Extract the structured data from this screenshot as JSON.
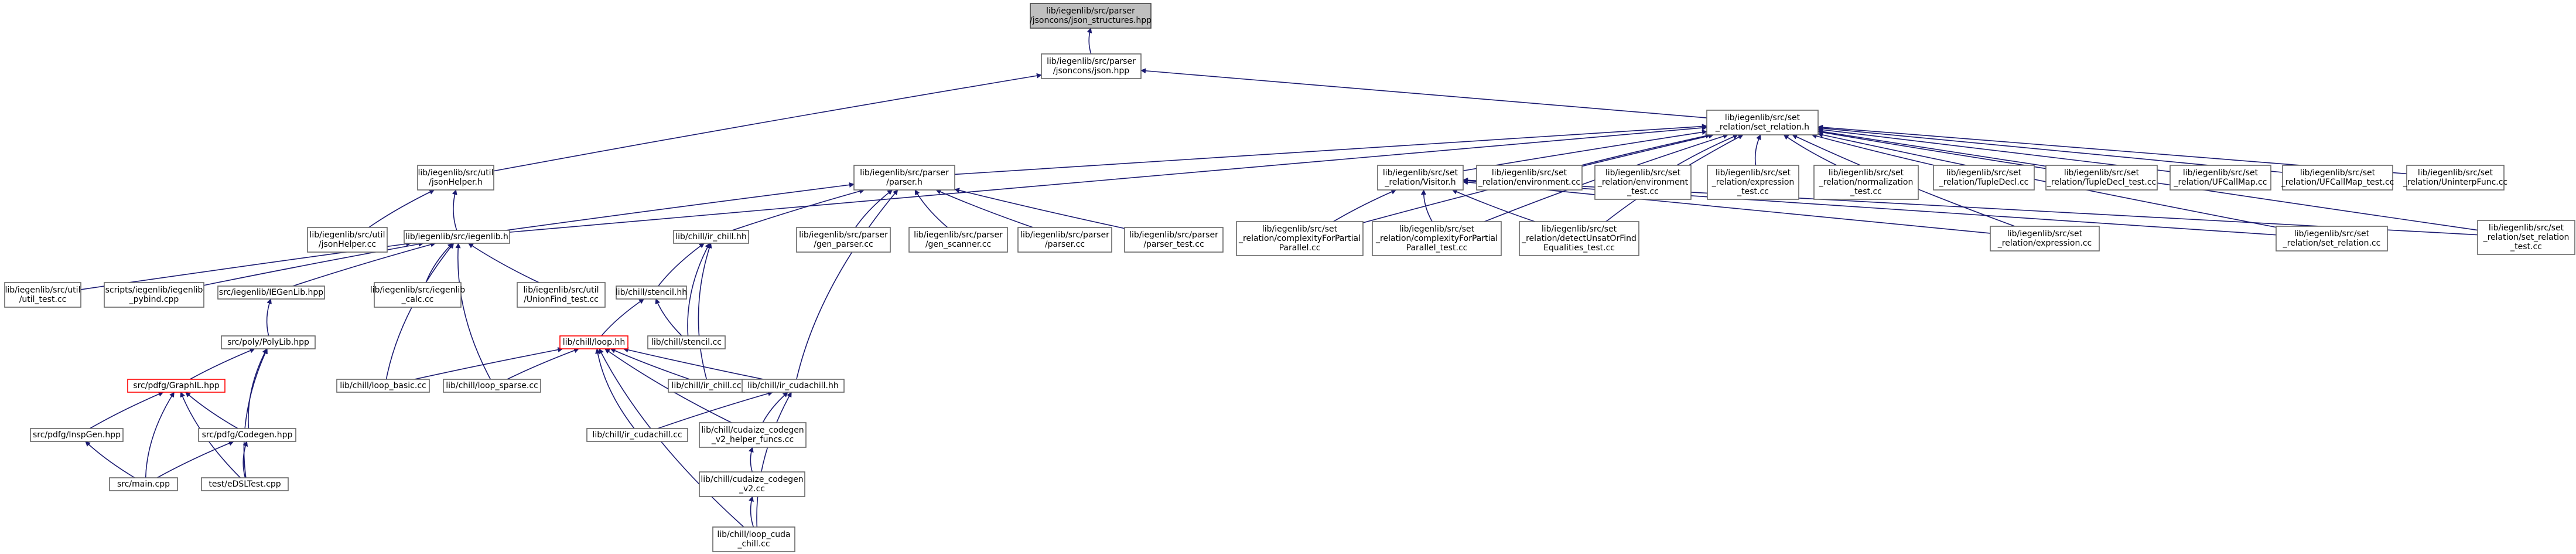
{
  "nodes": [
    {
      "id": "root",
      "lines": [
        "lib/iegenlib/src/parser",
        "/jsoncons/json_structures.hpp"
      ],
      "style": "root"
    },
    {
      "id": "json",
      "lines": [
        "lib/iegenlib/src/parser",
        "/jsoncons/json.hpp"
      ]
    },
    {
      "id": "setrel",
      "lines": [
        "lib/iegenlib/src/set",
        "_relation/set_relation.h"
      ]
    },
    {
      "id": "jsonhelper",
      "lines": [
        "lib/iegenlib/src/util",
        "/jsonHelper.h"
      ]
    },
    {
      "id": "parserh",
      "lines": [
        "lib/iegenlib/src/parser",
        "/parser.h"
      ]
    },
    {
      "id": "visitor",
      "lines": [
        "lib/iegenlib/src/set",
        "_relation/Visitor.h"
      ]
    },
    {
      "id": "envcc",
      "lines": [
        "lib/iegenlib/src/set",
        "_relation/environment.cc"
      ]
    },
    {
      "id": "envtest",
      "lines": [
        "lib/iegenlib/src/set",
        "_relation/environment",
        "_test.cc"
      ]
    },
    {
      "id": "exprtest",
      "lines": [
        "lib/iegenlib/src/set",
        "_relation/expression",
        "_test.cc"
      ]
    },
    {
      "id": "normtest",
      "lines": [
        "lib/iegenlib/src/set",
        "_relation/normalization",
        "_test.cc"
      ]
    },
    {
      "id": "tupledecl",
      "lines": [
        "lib/iegenlib/src/set",
        "_relation/TupleDecl.cc"
      ]
    },
    {
      "id": "tupledecltest",
      "lines": [
        "lib/iegenlib/src/set",
        "_relation/TupleDecl_test.cc"
      ]
    },
    {
      "id": "ufcallmap",
      "lines": [
        "lib/iegenlib/src/set",
        "_relation/UFCallMap.cc"
      ]
    },
    {
      "id": "ufcallmaptest",
      "lines": [
        "lib/iegenlib/src/set",
        "_relation/UFCallMap_test.cc"
      ]
    },
    {
      "id": "uninterp",
      "lines": [
        "lib/iegenlib/src/set",
        "_relation/UninterpFunc.cc"
      ]
    },
    {
      "id": "jsonhelpercc",
      "lines": [
        "lib/iegenlib/src/util",
        "/jsonHelper.cc"
      ]
    },
    {
      "id": "iegenlibh",
      "lines": [
        "lib/iegenlib/src/iegenlib.h"
      ]
    },
    {
      "id": "chillhh",
      "lines": [
        "lib/chill/ir_chill.hh"
      ]
    },
    {
      "id": "genparser",
      "lines": [
        "lib/iegenlib/src/parser",
        "/gen_parser.cc"
      ]
    },
    {
      "id": "genscanner",
      "lines": [
        "lib/iegenlib/src/parser",
        "/gen_scanner.cc"
      ]
    },
    {
      "id": "parsercc",
      "lines": [
        "lib/iegenlib/src/parser",
        "/parser.cc"
      ]
    },
    {
      "id": "parsertest",
      "lines": [
        "lib/iegenlib/src/parser",
        "/parser_test.cc"
      ]
    },
    {
      "id": "complexity",
      "lines": [
        "lib/iegenlib/src/set",
        "_relation/complexityForPartial",
        "Parallel.cc"
      ]
    },
    {
      "id": "complexitytest",
      "lines": [
        "lib/iegenlib/src/set",
        "_relation/complexityForPartial",
        "Parallel_test.cc"
      ]
    },
    {
      "id": "detect",
      "lines": [
        "lib/iegenlib/src/set",
        "_relation/detectUnsatOrFind",
        "Equalities_test.cc"
      ]
    },
    {
      "id": "expressioncc",
      "lines": [
        "lib/iegenlib/src/set",
        "_relation/expression.cc"
      ]
    },
    {
      "id": "setrelcc",
      "lines": [
        "lib/iegenlib/src/set",
        "_relation/set_relation.cc"
      ]
    },
    {
      "id": "setreltest",
      "lines": [
        "lib/iegenlib/src/set",
        "_relation/set_relation",
        "_test.cc"
      ]
    },
    {
      "id": "utiltest",
      "lines": [
        "lib/iegenlib/src/util",
        "/util_test.cc"
      ]
    },
    {
      "id": "pybind",
      "lines": [
        "scripts/iegenlib/iegenlib",
        "_pybind.cpp"
      ]
    },
    {
      "id": "iegenlibhpp",
      "lines": [
        "src/iegenlib/IEGenLib.hpp"
      ]
    },
    {
      "id": "calc",
      "lines": [
        "lib/iegenlib/src/iegenlib",
        "_calc.cc"
      ]
    },
    {
      "id": "unionfind",
      "lines": [
        "lib/iegenlib/src/util",
        "/UnionFind_test.cc"
      ]
    },
    {
      "id": "stencilhh",
      "lines": [
        "lib/chill/stencil.hh"
      ]
    },
    {
      "id": "polylib",
      "lines": [
        "src/poly/PolyLib.hpp"
      ]
    },
    {
      "id": "loophh",
      "lines": [
        "lib/chill/loop.hh"
      ],
      "style": "red"
    },
    {
      "id": "stencilcc",
      "lines": [
        "lib/chill/stencil.cc"
      ]
    },
    {
      "id": "graphhpp",
      "lines": [
        "src/pdfg/GraphIL.hpp"
      ],
      "style": "red"
    },
    {
      "id": "loopbasic",
      "lines": [
        "lib/chill/loop_basic.cc"
      ]
    },
    {
      "id": "loopsparse",
      "lines": [
        "lib/chill/loop_sparse.cc"
      ]
    },
    {
      "id": "irchillcc",
      "lines": [
        "lib/chill/ir_chill.cc"
      ]
    },
    {
      "id": "cudachillhh",
      "lines": [
        "lib/chill/ir_cudachill.hh"
      ]
    },
    {
      "id": "inspgen",
      "lines": [
        "src/pdfg/InspGen.hpp"
      ]
    },
    {
      "id": "codegen",
      "lines": [
        "src/pdfg/Codegen.hpp"
      ]
    },
    {
      "id": "cudachillcc",
      "lines": [
        "lib/chill/ir_cudachill.cc"
      ]
    },
    {
      "id": "cudaze2",
      "lines": [
        "lib/chill/cudaize_codegen",
        "_v2_helper_funcs.cc"
      ]
    },
    {
      "id": "maincpp",
      "lines": [
        "src/main.cpp"
      ]
    },
    {
      "id": "edsltest",
      "lines": [
        "test/eDSLTest.cpp"
      ]
    },
    {
      "id": "cudaze",
      "lines": [
        "lib/chill/cudaize_codegen",
        "_v2.cc"
      ]
    },
    {
      "id": "loopcuda",
      "lines": [
        "lib/chill/loop_cuda",
        "_chill.cc"
      ]
    }
  ]
}
